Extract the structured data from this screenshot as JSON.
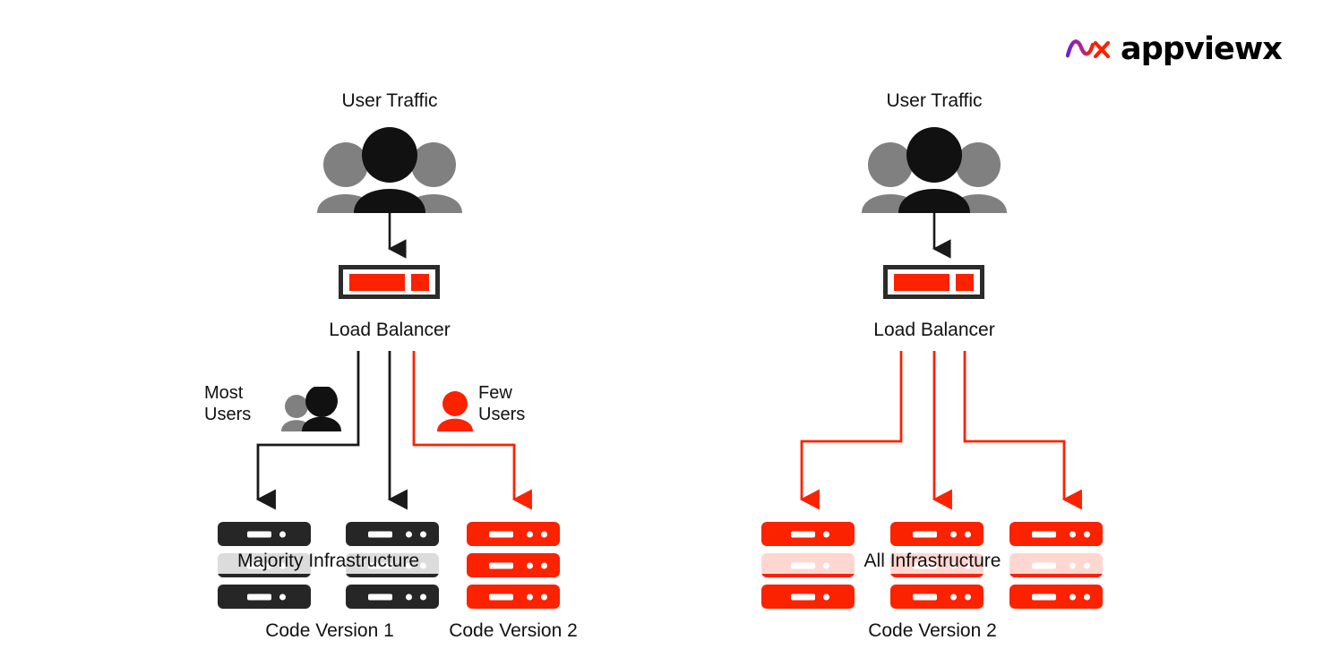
{
  "brand": {
    "name": "appviewx",
    "mark_name": "appviewx-wave-logo",
    "gradient_from": "#6b21d6",
    "gradient_to": "#fb2200"
  },
  "colors": {
    "red": "#fb2200",
    "dark": "#262626",
    "gray": "#808080",
    "black": "#111111",
    "background": "#ffffff"
  },
  "panels": [
    {
      "id": "canary-release",
      "user_traffic_label": "User Traffic",
      "load_balancer_label": "Load Balancer",
      "branch_labels": [
        {
          "id": "most-users",
          "line1": "Most",
          "line2": "Users",
          "color": "#111111"
        },
        {
          "id": "few-users",
          "line1": "Few",
          "line2": "Users",
          "color": "#111111"
        }
      ],
      "infrastructure_label": "Majority Infrastructure",
      "server_columns": [
        {
          "id": "col-1",
          "variant": "dark",
          "dots": 1,
          "count": 3
        },
        {
          "id": "col-2",
          "variant": "dark",
          "dots": 2,
          "count": 3
        },
        {
          "id": "col-3",
          "variant": "red",
          "dots": 2,
          "count": 3
        }
      ],
      "version_labels": [
        {
          "id": "code-version-1",
          "text": "Code Version 1"
        },
        {
          "id": "code-version-2",
          "text": "Code Version 2"
        }
      ]
    },
    {
      "id": "full-rollout",
      "user_traffic_label": "User Traffic",
      "load_balancer_label": "Load Balancer",
      "branch_labels": [],
      "infrastructure_label": "All Infrastructure",
      "server_columns": [
        {
          "id": "col-1",
          "variant": "red",
          "dots": 1,
          "count": 3
        },
        {
          "id": "col-2",
          "variant": "red",
          "dots": 2,
          "count": 3
        },
        {
          "id": "col-3",
          "variant": "red",
          "dots": 2,
          "count": 3
        }
      ],
      "version_labels": [
        {
          "id": "code-version-2",
          "text": "Code Version 2"
        }
      ]
    }
  ]
}
